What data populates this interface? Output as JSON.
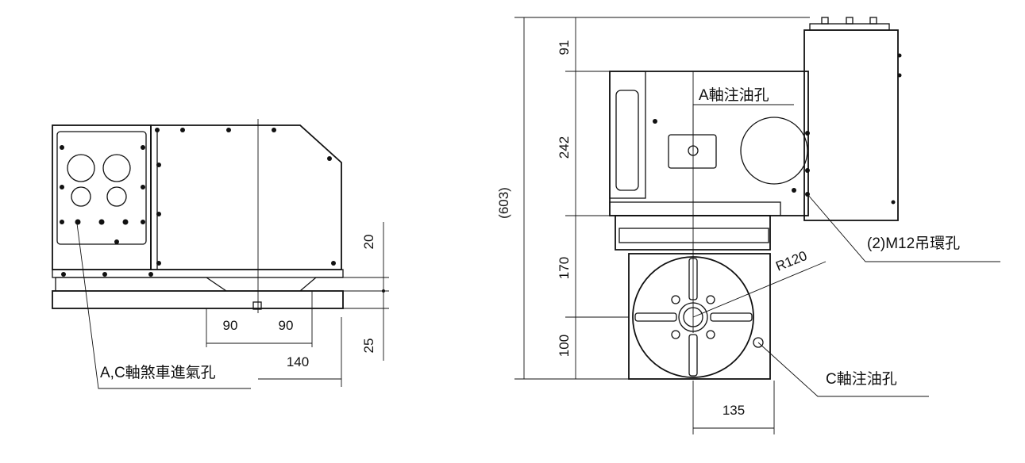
{
  "left_view": {
    "dimensions": {
      "d20": "20",
      "d25": "25",
      "d90_left": "90",
      "d90_right": "90",
      "d140": "140"
    },
    "callouts": {
      "brake_air_port": "A,C軸煞車進氣孔"
    }
  },
  "right_view": {
    "dimensions": {
      "d91": "91",
      "d242": "242",
      "d170": "170",
      "d100": "100",
      "d603": "(603)",
      "d135": "135",
      "r120": "R120"
    },
    "callouts": {
      "a_axis_oil": "A軸注油孔",
      "eyebolt": "(2)M12吊環孔",
      "c_axis_oil": "C軸注油孔"
    }
  }
}
